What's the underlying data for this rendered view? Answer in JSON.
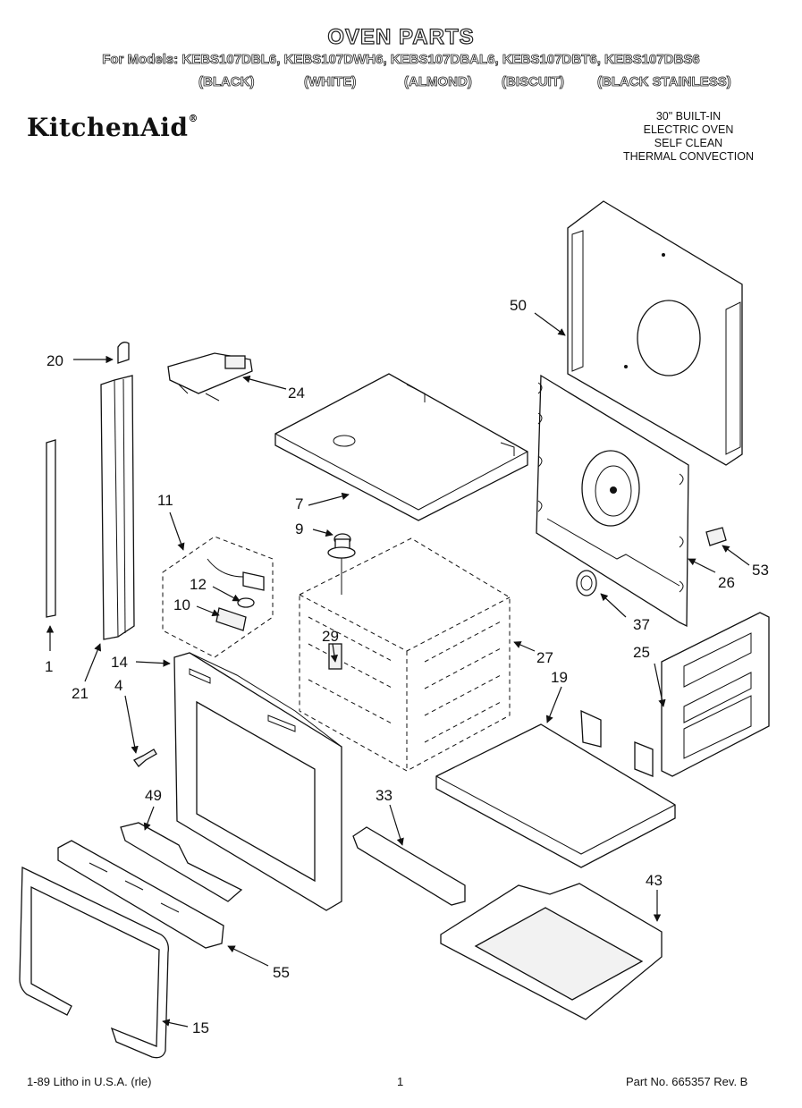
{
  "header": {
    "title": "OVEN PARTS",
    "models_line": "For Models: KEBS107DBL6, KEBS107DWH6, KEBS107DBAL6, KEBS107DBT6, KEBS107DBS6",
    "colors": [
      "(BLACK)",
      "(WHITE)",
      "(ALMOND)",
      "(BISCUIT)",
      "(BLACK STAINLESS)"
    ]
  },
  "brand": {
    "logo_text": "KitchenAid",
    "logo_mark": "®"
  },
  "product": {
    "lines": [
      "30\" BUILT-IN",
      "ELECTRIC OVEN",
      "SELF CLEAN",
      "THERMAL CONVECTION"
    ]
  },
  "callouts": {
    "c1": "1",
    "c4": "4",
    "c7": "7",
    "c9": "9",
    "c10": "10",
    "c11": "11",
    "c12": "12",
    "c14": "14",
    "c15": "15",
    "c19": "19",
    "c20": "20",
    "c21": "21",
    "c24": "24",
    "c25": "25",
    "c26": "26",
    "c27": "27",
    "c29": "29",
    "c33": "33",
    "c37": "37",
    "c43": "43",
    "c49": "49",
    "c50": "50",
    "c53": "53",
    "c55": "55"
  },
  "footer": {
    "left": "1-89 Litho in U.S.A. (rle)",
    "center": "1",
    "right": "Part No. 665357 Rev. B"
  },
  "icons": {
    "arrow": "arrowhead-icon",
    "registered": "registered-trademark-icon"
  }
}
